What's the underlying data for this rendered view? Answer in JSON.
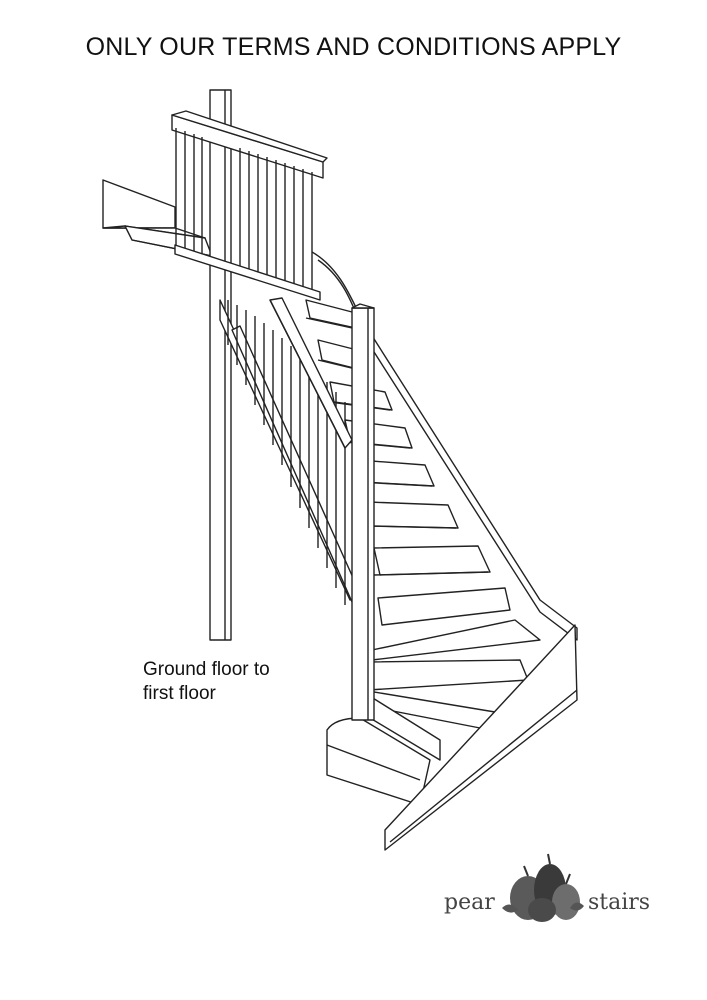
{
  "heading": "ONLY OUR TERMS AND CONDITIONS APPLY",
  "caption": {
    "line1": "Ground floor to",
    "line2": "first floor"
  },
  "logo": {
    "word_left": "pear",
    "word_right": "stairs"
  },
  "colors": {
    "ink": "#111111",
    "line": "#222222",
    "logo_text": "#444444",
    "pear_dark": "#3a3a3a",
    "pear_mid": "#6d6d6d"
  }
}
